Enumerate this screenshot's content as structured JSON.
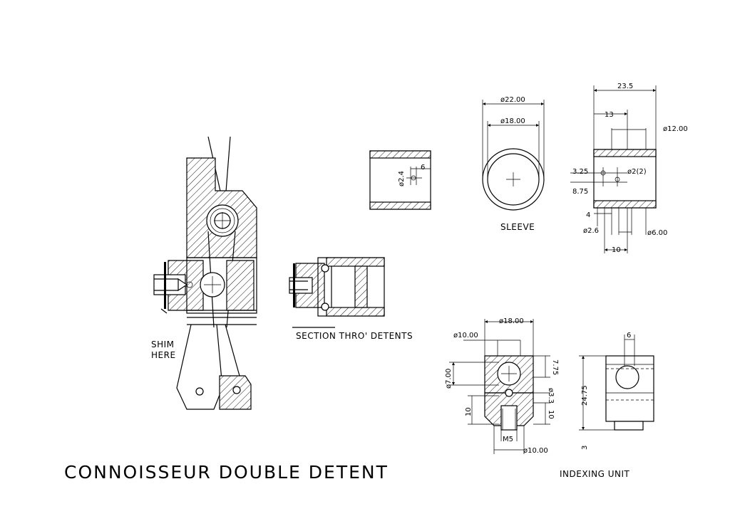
{
  "title": "CONNOISSEUR DOUBLE DETENT",
  "labels": {
    "shim": [
      "SHIM",
      "HERE"
    ],
    "section": "SECTION THRO' DETENTS",
    "sleeve": "SLEEVE",
    "indexing_unit": "INDEXING UNIT"
  },
  "dims": {
    "sleeve_small_6": "6",
    "sleeve_small_d24": "ø2.4",
    "sleeve_d22": "ø22.00",
    "sleeve_d18": "ø18.00",
    "side_23_5": "23.5",
    "side_13": "13",
    "side_d12": "ø12.00",
    "side_3_25": "3.25",
    "side_d2_2": "ø2(2)",
    "side_8_75": "8.75",
    "side_4": "4",
    "side_d2_6": "ø2.6",
    "side_d6": "ø6.00",
    "side_10": "10",
    "idx_d18": "ø18.00",
    "idx_d10_top": "ø10.00",
    "idx_d7": "ø7.00",
    "idx_7_75": "7.75",
    "idx_d3_3": "ø3.3",
    "idx_10_left": "10",
    "idx_10_right": "10",
    "idx_m5": "M5",
    "idx_d10_bottom": "ø10.00",
    "idx2_6": "6",
    "idx2_24_75": "24.75",
    "idx2_3": "3"
  }
}
